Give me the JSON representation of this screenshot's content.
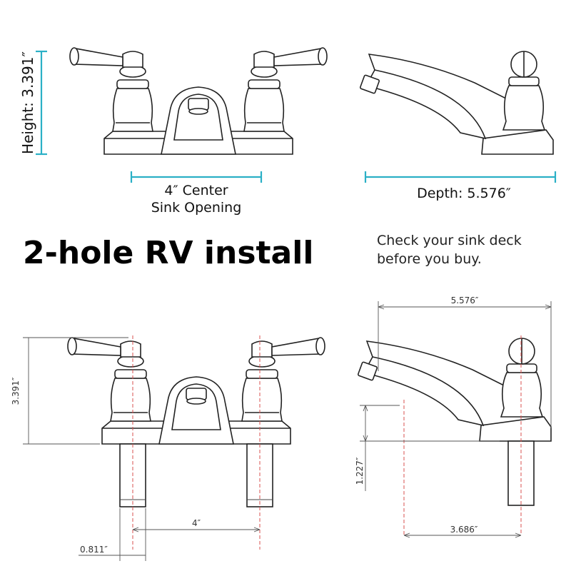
{
  "headline": "2-hole RV install",
  "note": [
    "Check your sink deck",
    "before you buy."
  ],
  "top": {
    "height_label": "Height: 3.391″",
    "center_label": [
      "4″ Center",
      "Sink Opening"
    ],
    "depth_label": "Depth: 5.576″"
  },
  "bottom": {
    "height": "3.391″",
    "center": "4″",
    "pipe": "0.811″",
    "depth": "5.576″",
    "spout": "1.227″",
    "reach": "3.686″"
  },
  "colors": {
    "accent": "#2bb0c6",
    "centerline": "#d9504f",
    "line": "#222222"
  }
}
